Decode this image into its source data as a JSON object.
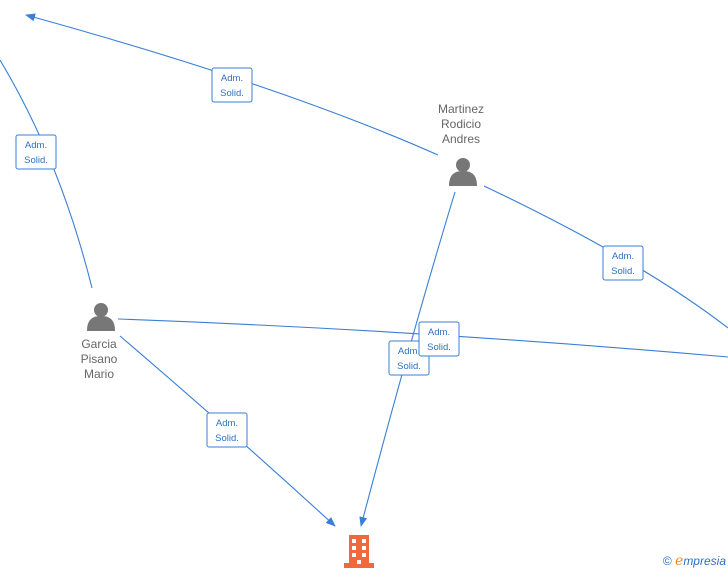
{
  "nodes": {
    "martinez": {
      "label_lines": [
        "Martinez",
        "Rodicio",
        "Andres"
      ],
      "type": "person"
    },
    "garcia": {
      "label_lines": [
        "Garcia",
        "Pisano",
        "Mario"
      ],
      "type": "person"
    },
    "company": {
      "type": "company"
    }
  },
  "edge_labels": {
    "top": [
      "Adm.",
      "Solid."
    ],
    "left": [
      "Adm.",
      "Solid."
    ],
    "right": [
      "Adm.",
      "Solid."
    ],
    "middle_right": [
      "Adm.",
      "Solid."
    ],
    "middle_left": [
      "Adm.",
      "Solid."
    ],
    "bottom": [
      "Adm.",
      "Solid."
    ]
  },
  "watermark": {
    "copyright": "©",
    "brand_e": "e",
    "brand_rest": "mpresia"
  },
  "colors": {
    "edge": "#3a7fd5",
    "person": "#777777",
    "company": "#ef6a3a",
    "brand": "#f08c1a"
  }
}
